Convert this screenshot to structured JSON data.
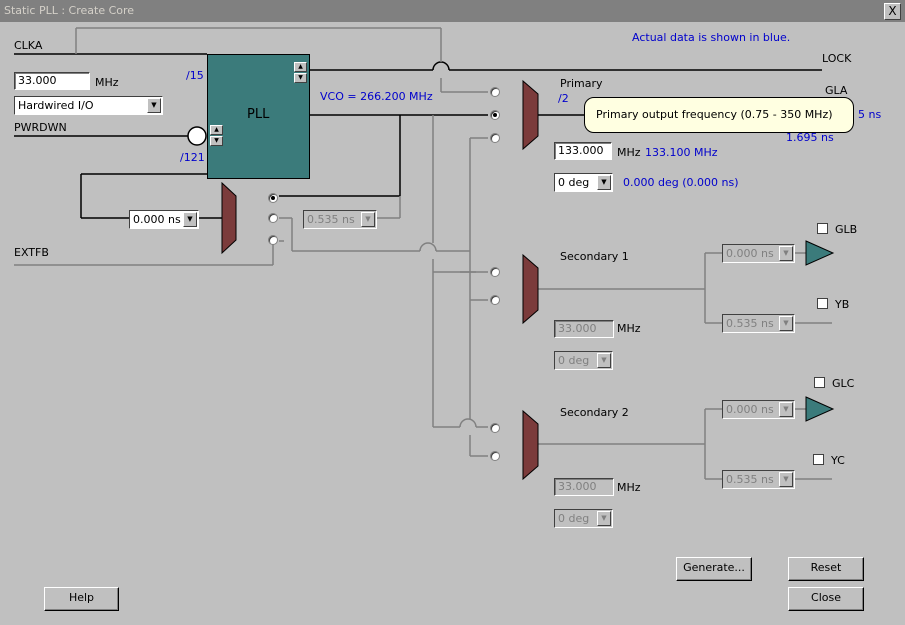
{
  "window": {
    "title": "Static PLL : Create Core",
    "close_glyph": "X"
  },
  "note": "Actual data is shown in blue.",
  "inputs": {
    "clka_label": "CLKA",
    "clka_freq": "33.000",
    "clka_unit": "MHz",
    "clka_source": "Hardwired I/O",
    "pwrdwn_label": "PWRDWN",
    "extfb_label": "EXTFB"
  },
  "pll": {
    "label": "PLL",
    "div_in": "/15",
    "div_fb": "/121",
    "vco": "VCO = 266.200 MHz",
    "feedback_delay": "0.000 ns",
    "feedback_delay2": "0.535 ns"
  },
  "outputs": {
    "lock_label": "LOCK",
    "gla_label": "GLA",
    "primary_label": "Primary",
    "primary_div": "/2",
    "primary_freq": "133.000",
    "primary_unit": "MHz",
    "primary_actual": "133.100 MHz",
    "primary_phase": "0 deg",
    "primary_phase_actual": "0.000 deg (0.000 ns)",
    "gla_delay_partial": "5 ns",
    "gla_delay2": "1.695 ns",
    "secondary1_label": "Secondary 1",
    "secondary1_freq": "33.000",
    "secondary1_unit": "MHz",
    "secondary1_phase": "0 deg",
    "glb_label": "GLB",
    "glb_delay": "0.000 ns",
    "yb_label": "YB",
    "yb_delay": "0.535 ns",
    "secondary2_label": "Secondary 2",
    "secondary2_freq": "33.000",
    "secondary2_unit": "MHz",
    "secondary2_phase": "0 deg",
    "glc_label": "GLC",
    "glc_delay": "0.000 ns",
    "yc_label": "YC",
    "yc_delay": "0.535 ns"
  },
  "tooltip": "Primary output frequency (0.75 - 350 MHz)",
  "buttons": {
    "generate": "Generate...",
    "reset": "Reset",
    "close": "Close",
    "help": "Help"
  },
  "colors": {
    "pll_block": "#3b7b7b",
    "mux": "#7b3b3b",
    "buffer": "#3b7b7b",
    "actual_text": "#0000cc"
  }
}
